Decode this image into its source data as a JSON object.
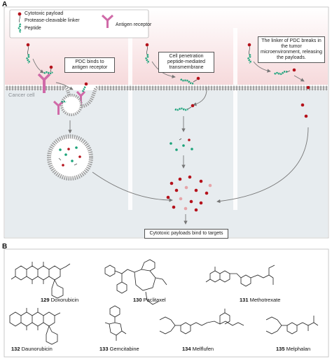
{
  "panel_a": {
    "label": "A",
    "legend": {
      "payload": "Cytotoxic payload",
      "linker": "Protease-cleavable linker",
      "peptide": "Peptide",
      "receptor": "Antigen receptor"
    },
    "cancer_cell_label": "Cancer cell",
    "callouts": {
      "binds": "PDC binds to antigen receptor",
      "penetration": "Cell penetration peptide-mediated transmembrane",
      "breaks": "The linker of PDC breaks in the tumor microenvironment, releasing the payloads."
    },
    "targets_label": "Cytotoxic payloads bind to targets"
  },
  "panel_b": {
    "label": "B",
    "drugs": [
      {
        "number": "129",
        "name": "Doxorubicin"
      },
      {
        "number": "130",
        "name": "Paclitaxel"
      },
      {
        "number": "131",
        "name": "Methotrexate"
      },
      {
        "number": "132",
        "name": "Daunorubicin"
      },
      {
        "number": "133",
        "name": "Gemcitabine"
      },
      {
        "number": "134",
        "name": "Melflufen"
      },
      {
        "number": "135",
        "name": "Melphalan"
      }
    ]
  },
  "colors": {
    "payload": "#b5121b",
    "peptide": "#1aa37a",
    "receptor": "#d06aa8",
    "membrane": "#a9a9a9",
    "cytoplasm": "#e6ebef",
    "extracellular": "#fbe9ea"
  }
}
